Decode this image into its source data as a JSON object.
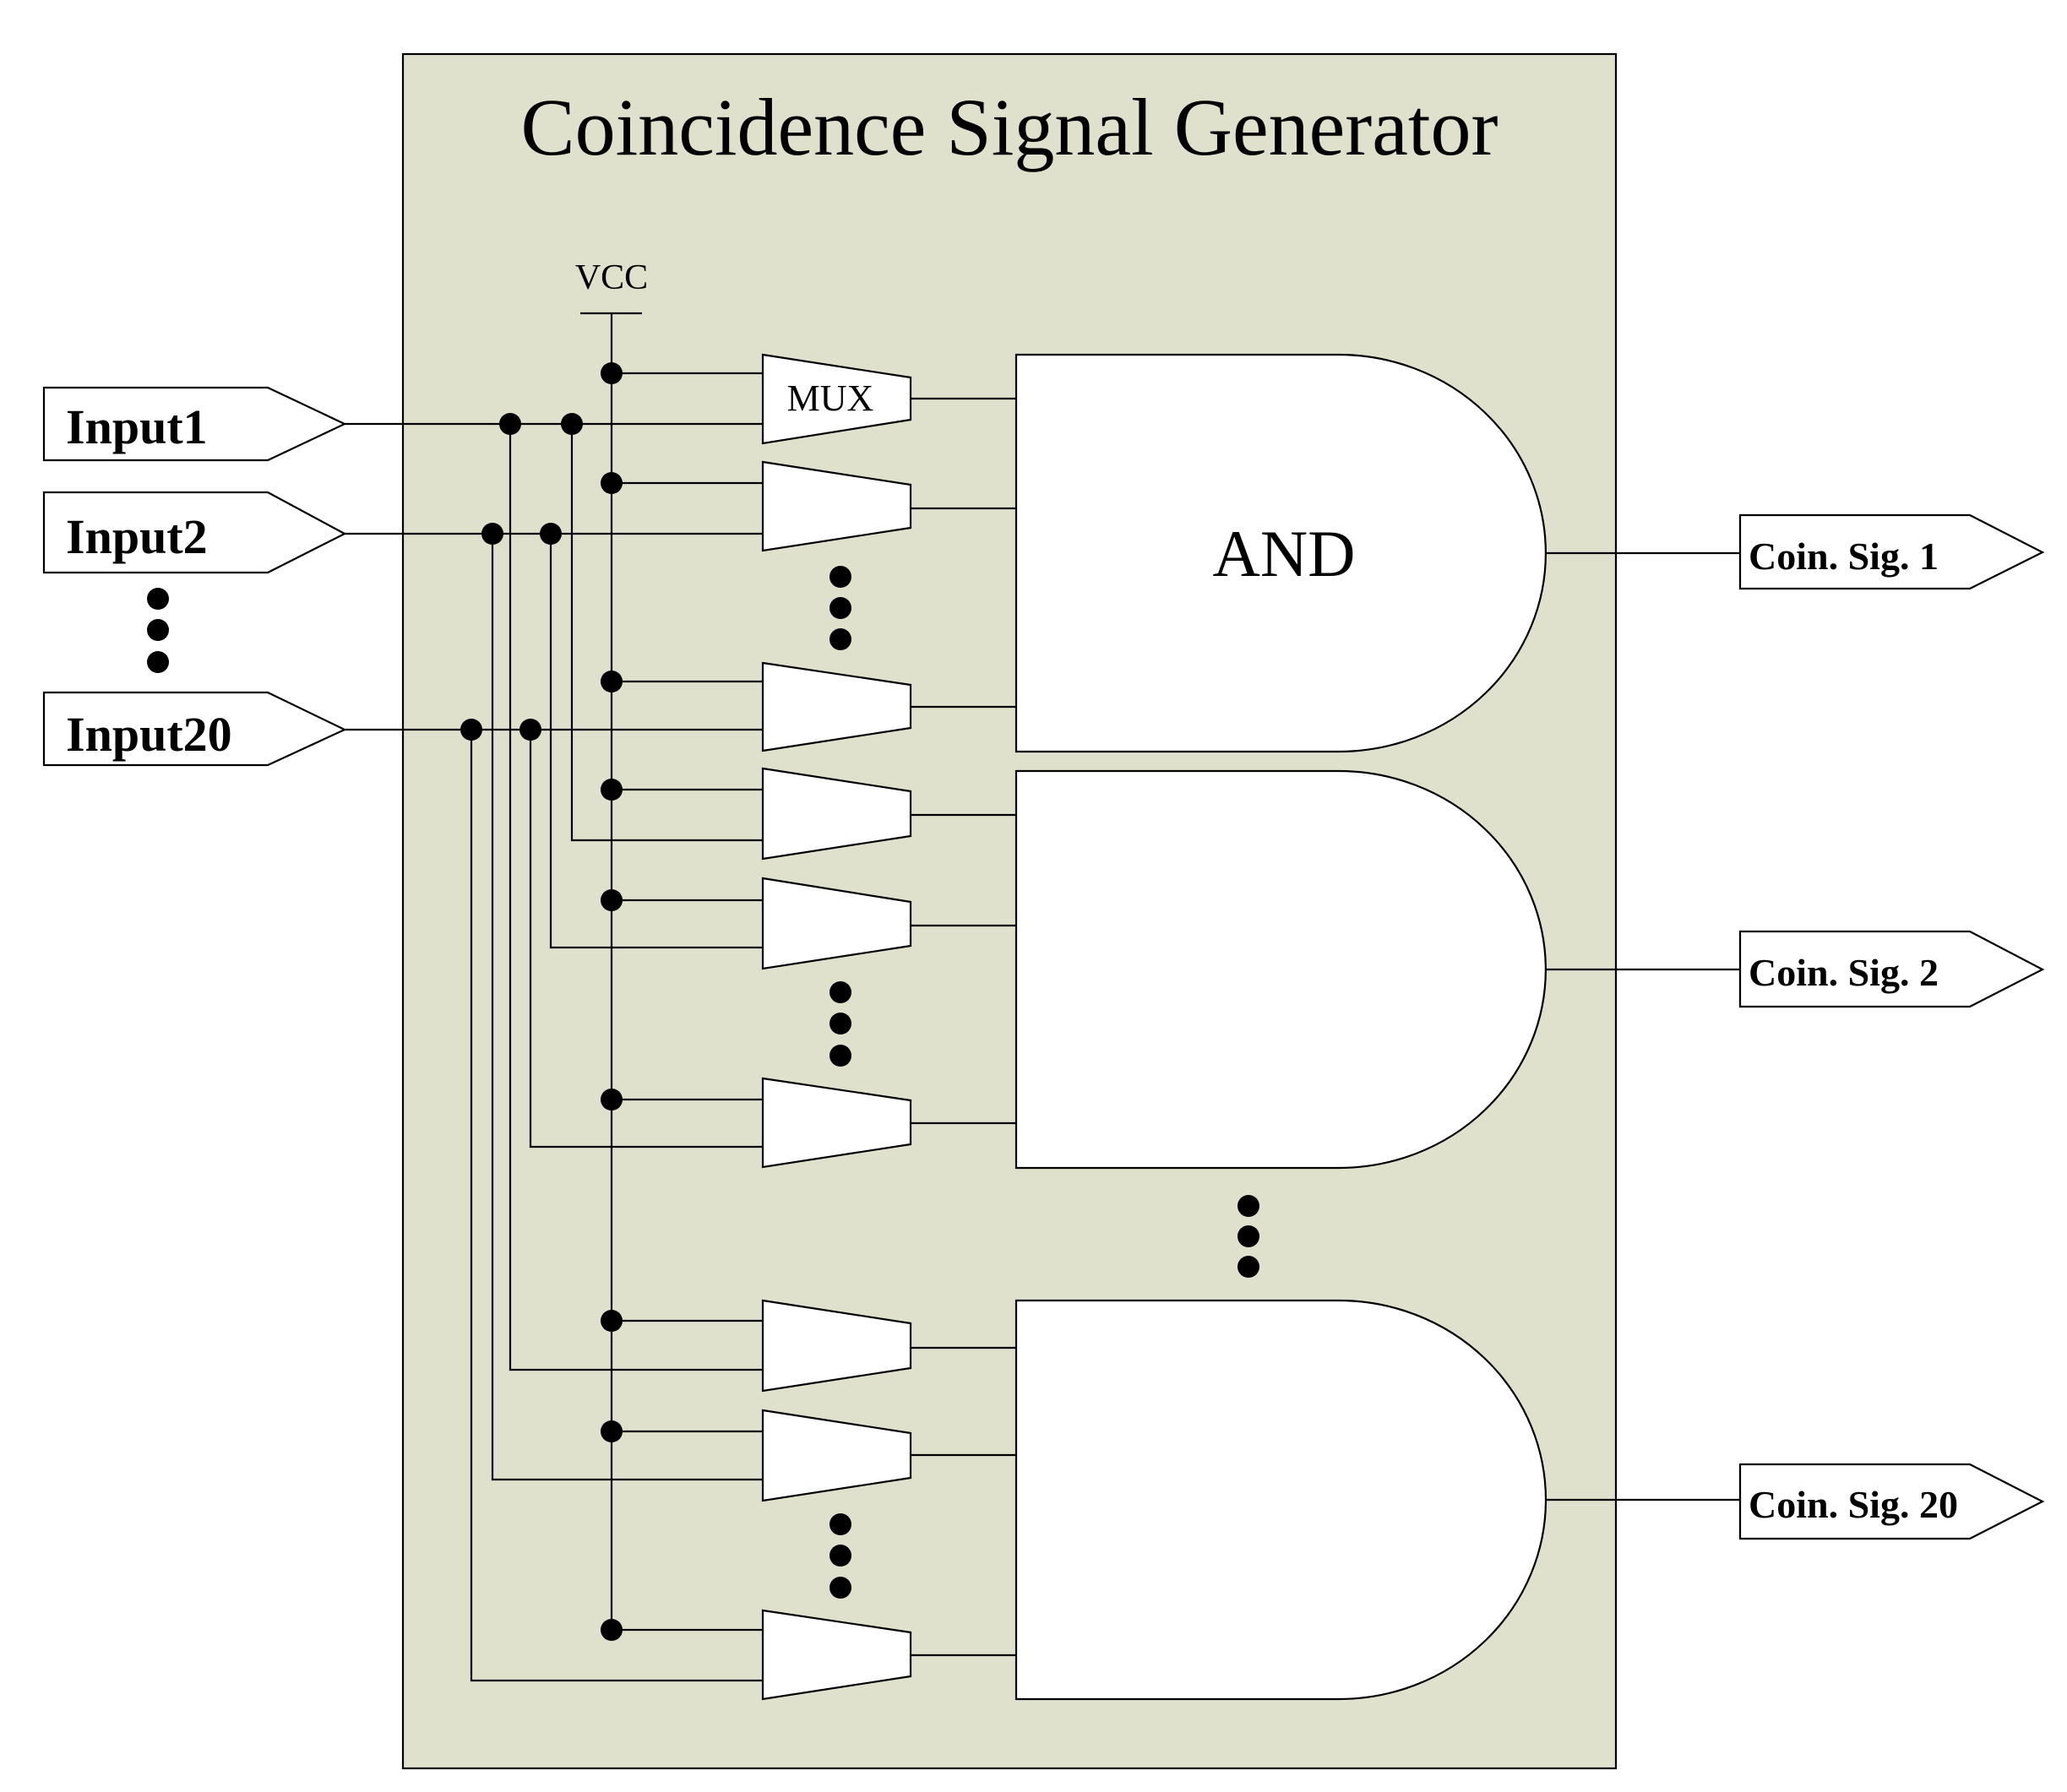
{
  "title": "Coincidence Signal Generator",
  "supply_label": "VCC",
  "mux_label": "MUX",
  "gate_label": "AND",
  "inputs": [
    "Input1",
    "Input2",
    "Input20"
  ],
  "outputs": [
    "Coin. Sig. 1",
    "Coin. Sig. 2",
    "Coin. Sig. 20"
  ],
  "colors": {
    "block_fill": "#dfe1cc",
    "wire": "#000000",
    "shape_fill": "#ffffff"
  }
}
